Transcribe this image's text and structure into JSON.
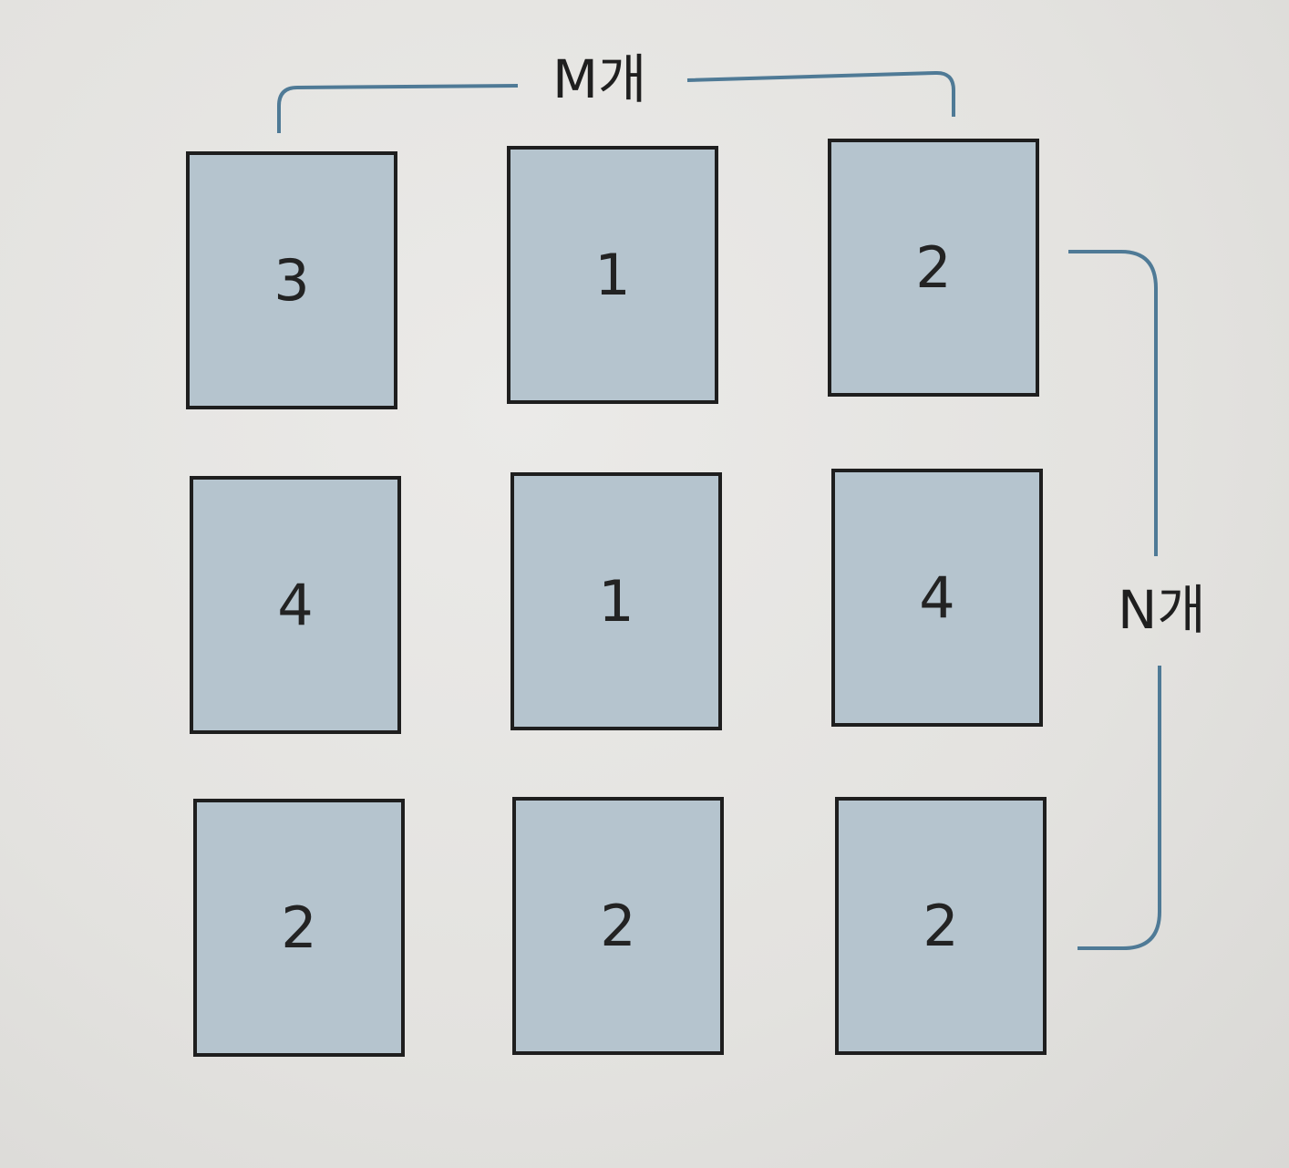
{
  "labels": {
    "columns": "M개",
    "rows": "N개"
  },
  "grid": {
    "rows": [
      [
        "3",
        "1",
        "2"
      ],
      [
        "4",
        "1",
        "4"
      ],
      [
        "2",
        "2",
        "2"
      ]
    ]
  },
  "colors": {
    "card_fill": "#b5c4ce",
    "card_border": "#1e1e1e",
    "bracket": "#4f7a96",
    "background": "#e4e3e1"
  }
}
